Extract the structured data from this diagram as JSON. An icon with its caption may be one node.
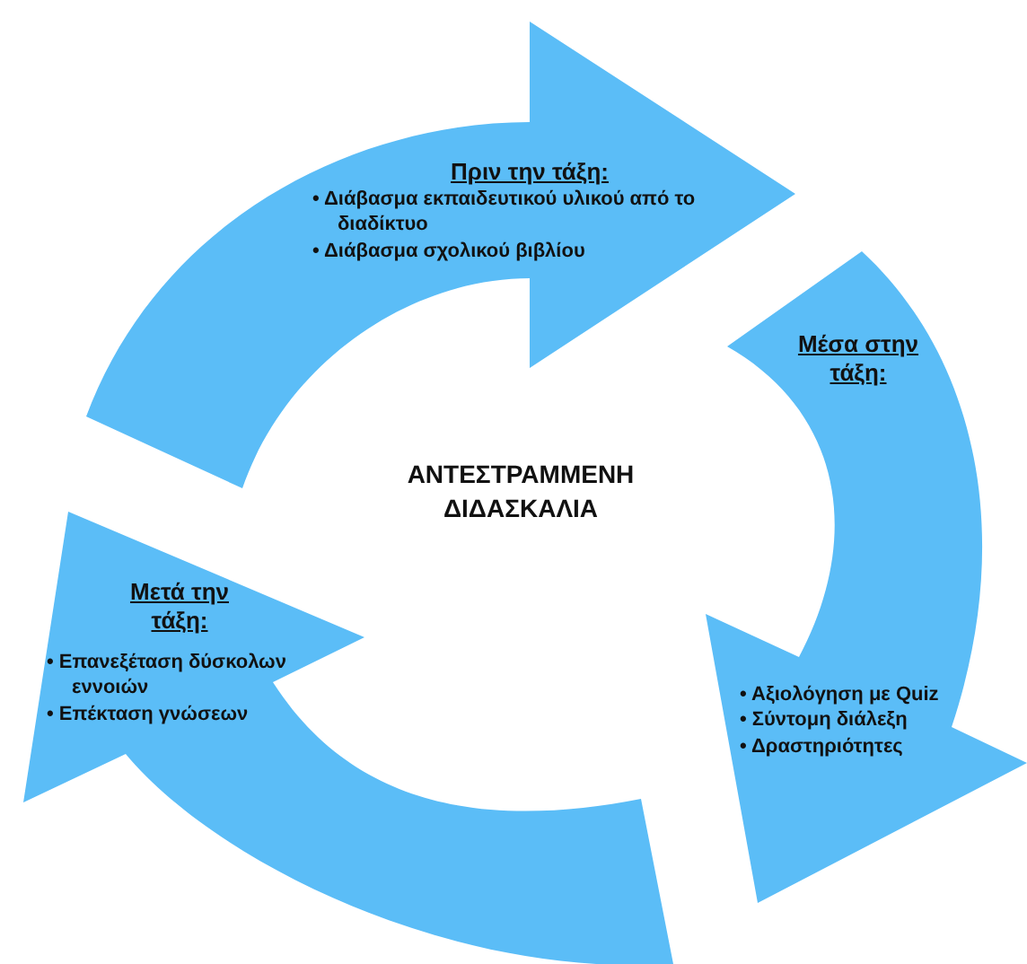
{
  "diagram": {
    "nodes": [
      {
        "text": [
          "Πριν την τάξη:",
          "• Διάβασμα εκπαιδευτικού υλικού από το διαδίκτυο",
          "• Διάβασμα σχολικού βιβλίου"
        ]
      },
      {
        "text": [
          "Μέσα στην τάξη:",
          "• Αξιολόγηση με Quiz",
          "• Σύντομη διάλεξη",
          "• Δραστηριότητες"
        ]
      },
      {
        "text": [
          "Μετά την τάξη:",
          "• Επανεξέταση δύσκολων εννοιών",
          "• Επέκταση γνώσεων"
        ]
      }
    ],
    "labels": [
      "ΑΝΤΕΣΤΡΑΜΜΕΝΗ ΔΙΔΑΣΚΑΛΙΑ"
    ]
  }
}
